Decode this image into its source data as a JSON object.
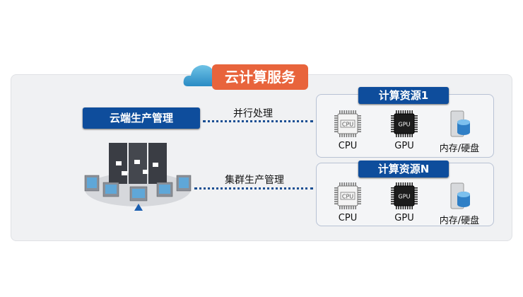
{
  "title": "云计算服务",
  "left": {
    "management": "云端生产管理"
  },
  "links": {
    "parallel": "并行处理",
    "cluster": "集群生产管理"
  },
  "resources": [
    {
      "title": "计算资源1",
      "items": [
        {
          "icon": "cpu-icon",
          "label": "CPU",
          "chip": "CPU"
        },
        {
          "icon": "gpu-icon",
          "label": "GPU",
          "chip": "GPU"
        },
        {
          "icon": "storage-icon",
          "label": "内存/硬盘"
        }
      ]
    },
    {
      "title": "计算资源N",
      "items": [
        {
          "icon": "cpu-icon",
          "label": "CPU",
          "chip": "CPU"
        },
        {
          "icon": "gpu-icon",
          "label": "GPU",
          "chip": "GPU"
        },
        {
          "icon": "storage-icon",
          "label": "内存/硬盘"
        }
      ]
    }
  ],
  "colors": {
    "accent": "#e8643c",
    "primary": "#0e4d9c"
  }
}
